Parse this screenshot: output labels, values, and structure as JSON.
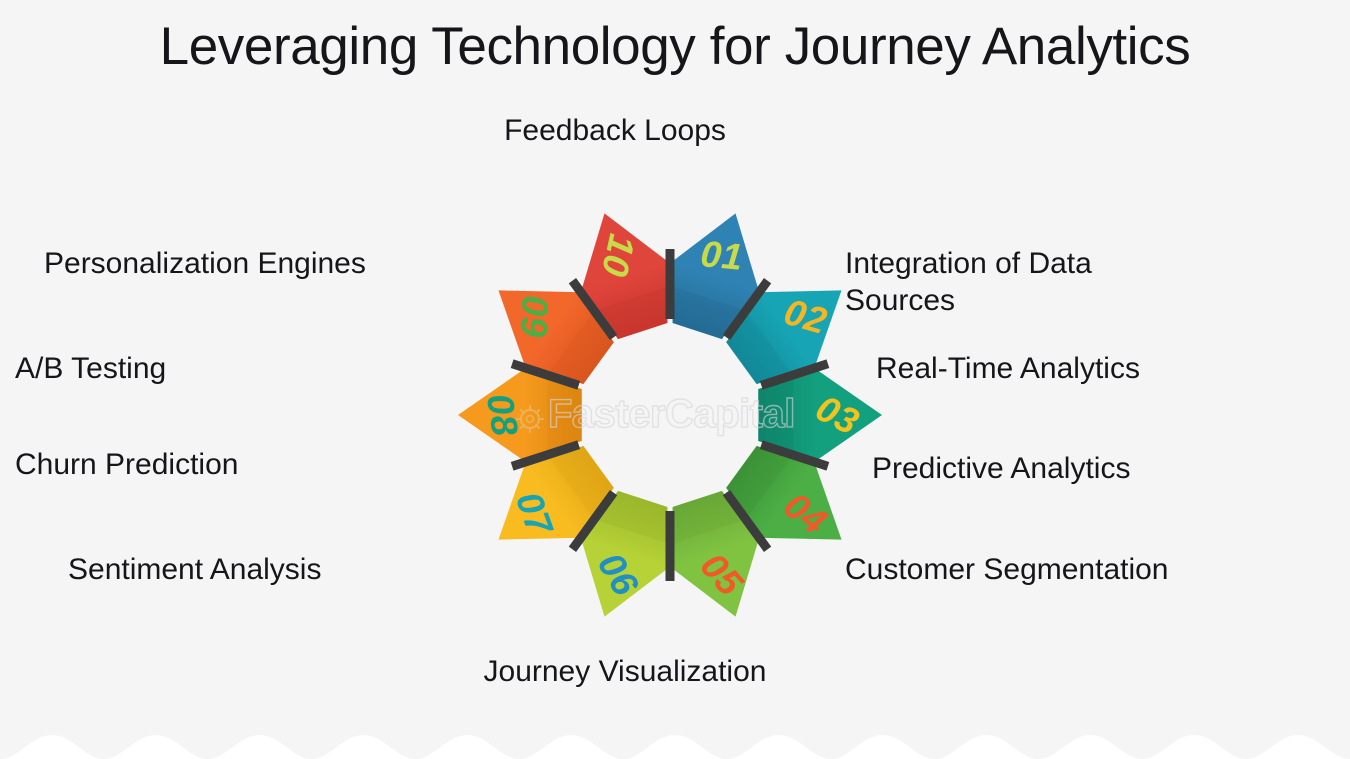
{
  "title": "Leveraging Technology for Journey Analytics",
  "background_color": "#f5f5f6",
  "watermark": {
    "text": "FasterCapital",
    "icon": "gear-icon",
    "color": "#d6d6d8"
  },
  "wheel": {
    "segment_count": 10,
    "connector_color": "#3c3c3c",
    "segments": [
      {
        "number": "01",
        "label": "Integration of Data Sources",
        "fill": "#2f83b4",
        "fill_dark": "#246d96",
        "number_color": "#c8d94a",
        "angle": 18
      },
      {
        "number": "02",
        "label": "Real-Time Analytics",
        "fill": "#17a5b5",
        "fill_dark": "#128a98",
        "number_color": "#f5b622",
        "angle": 54
      },
      {
        "number": "03",
        "label": "Predictive Analytics",
        "fill": "#13a07f",
        "fill_dark": "#0f866b",
        "number_color": "#f2c31d",
        "angle": 90
      },
      {
        "number": "04",
        "label": "Customer Segmentation",
        "fill": "#4caf45",
        "fill_dark": "#3d9438",
        "number_color": "#f05a28",
        "angle": 126
      },
      {
        "number": "05",
        "label": "Journey Visualization",
        "fill": "#80c341",
        "fill_dark": "#6aa936",
        "number_color": "#f05a28",
        "angle": 162
      },
      {
        "number": "06",
        "label": "Sentiment Analysis",
        "fill": "#b6d236",
        "fill_dark": "#9cb82c",
        "number_color": "#1f8fc4",
        "angle": 198
      },
      {
        "number": "07",
        "label": "Churn Prediction",
        "fill": "#f8bc21",
        "fill_dark": "#e0a615",
        "number_color": "#17a5b5",
        "angle": 234
      },
      {
        "number": "08",
        "label": "A/B Testing",
        "fill": "#f59a1c",
        "fill_dark": "#dd8611",
        "number_color": "#13a07f",
        "angle": 270
      },
      {
        "number": "09",
        "label": "Personalization Engines",
        "fill": "#f2672a",
        "fill_dark": "#db5620",
        "number_color": "#4caf45",
        "angle": 306
      },
      {
        "number": "10",
        "label": "Feedback Loops",
        "fill": "#e0453b",
        "fill_dark": "#c8362e",
        "number_color": "#c8d94a",
        "angle": 342
      }
    ]
  },
  "labels": {
    "feedback_loops": "Feedback Loops",
    "personalization_engines": "Personalization Engines",
    "ab_testing": "A/B Testing",
    "churn_prediction": "Churn Prediction",
    "sentiment_analysis": "Sentiment Analysis",
    "journey_visualization": "Journey Visualization",
    "integration_of_data_sources": "Integration of Data\nSources",
    "real_time_analytics": "Real-Time Analytics",
    "predictive_analytics": "Predictive Analytics",
    "customer_segmentation": "Customer Segmentation"
  }
}
